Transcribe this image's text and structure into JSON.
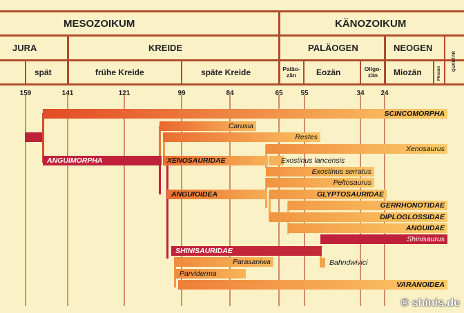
{
  "header": {
    "eras": [
      "MESOZOIKUM",
      "KÄNOZOIKUM"
    ],
    "periods": [
      "JURA",
      "KREIDE",
      "PALÄOGEN",
      "NEOGEN",
      "QUARTÄR"
    ],
    "epochs": [
      "spät",
      "frühe Kreide",
      "späte Kreide",
      "Paläo-zän",
      "Eozän",
      "Oligo-zän",
      "Miozän",
      "Pliozän"
    ]
  },
  "ticks": [
    "159",
    "141",
    "121",
    "99",
    "84",
    "65",
    "55",
    "34",
    "24"
  ],
  "taxa": {
    "scincomorpha": "SCINCOMORPHA",
    "carusia": "Carusia",
    "restes": "Restes",
    "xenosaurus": "Xenosaurus",
    "anguimorpha": "ANGUIMORPHA",
    "xenosauridae": "XENOSAURIDAE",
    "exostinus_lancensis": "Exostinus lancensis",
    "exostinus_serratus": "Exostinus serratus",
    "peltosaurus": "Peltosaurus",
    "anguioidea": "ANGUIOIDEA",
    "glyptosauridae": "GLYPTOSAURIDAE",
    "gerrhonotidae": "GERRHONOTIDAE",
    "diploglossidae": "DIPLOGLOSSIDAE",
    "anguidae": "ANGUIDAE",
    "shinisaurus": "Shinisaurus",
    "shinisauridae": "SHINISAURIDAE",
    "parasaniwa": "Parasaniwa",
    "bahndwivici": "Bahndwivici",
    "parviderma": "Parviderma",
    "varanoidea": "VARANOIDEA"
  },
  "logo": "© shinis.de",
  "colors": {
    "background": "#fbf1c6",
    "frame": "#b04a2c",
    "bar_gradient_start": "#e8542a",
    "bar_gradient_end": "#fcc866",
    "bar_dark": "#c0213a"
  }
}
